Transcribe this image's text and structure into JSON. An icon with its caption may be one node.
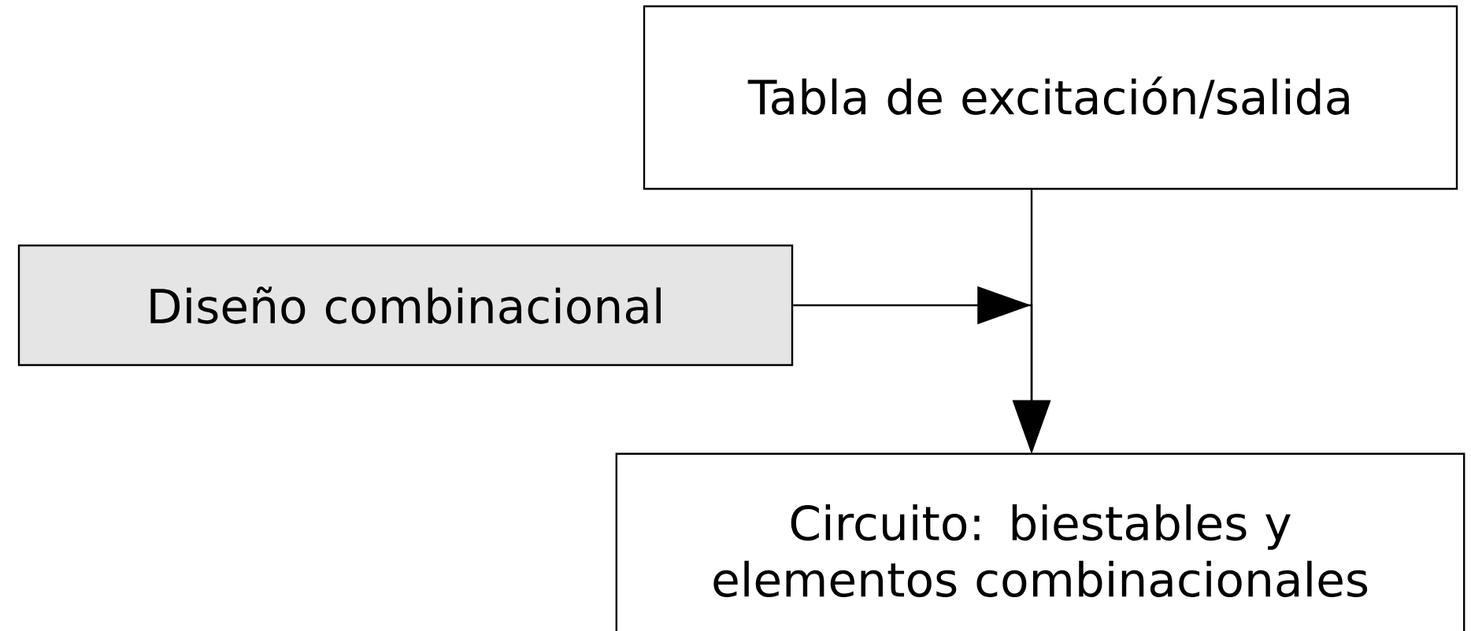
{
  "diagram": {
    "nodes": [
      {
        "text": [
          "Tabla de excitación/salida"
        ]
      },
      {
        "text": [
          "Diseño combinacional"
        ]
      },
      {
        "text": [
          "Circuito: biestables y elementos combinacionales"
        ]
      }
    ],
    "edges": [
      {
        "from": 0,
        "to": 2,
        "arrow": "to"
      },
      {
        "from": 1,
        "to": 2,
        "arrow": "to"
      }
    ]
  }
}
